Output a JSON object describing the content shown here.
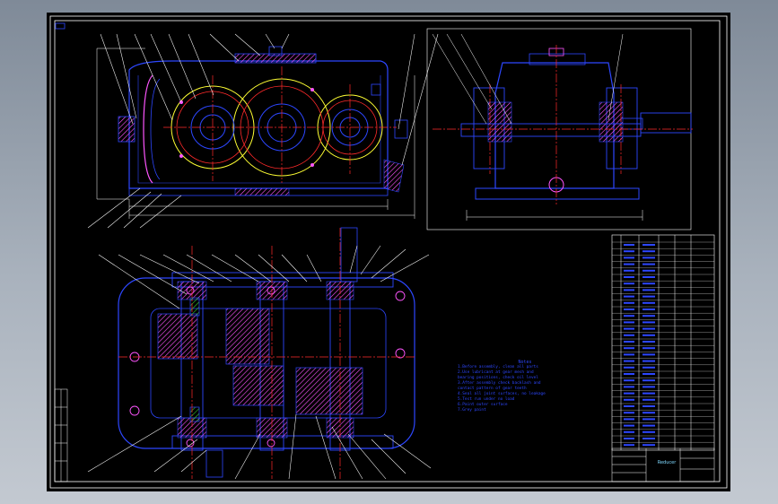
{
  "drawing": {
    "technical_notes": {
      "title": "Notes",
      "lines": [
        "1.Before assembly, clean all parts",
        "2.Use lubricant at gear mesh and",
        "  bearing positions, check oil level",
        "3.After assembly check backlash and",
        "  contact pattern of gear teeth",
        "4.Seal all joint surfaces, no leakage",
        "5.Test run under no load",
        "6.Paint outer surface",
        "7.Grey paint"
      ]
    },
    "title_block": {
      "title": "Reducer"
    },
    "colors": {
      "background": "#000000",
      "outline": "#2d47ff",
      "centerline": "#ff2a2a",
      "annotation": "#ffffff",
      "gear_circle": "#ffff33",
      "section_fill": "#ff55ff",
      "hatch_green": "#33cc33"
    }
  }
}
